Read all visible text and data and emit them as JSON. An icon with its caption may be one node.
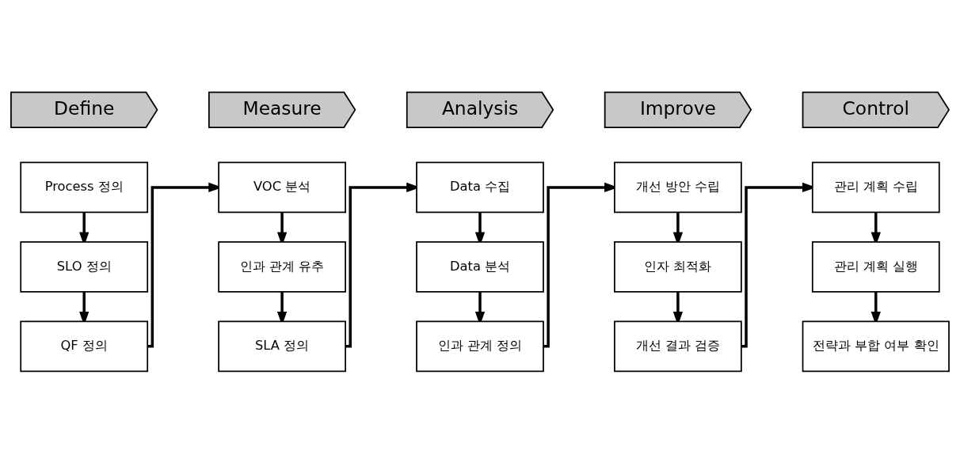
{
  "diagram": {
    "nodes": [
      {
        "text": [
          "Define"
        ]
      },
      {
        "text": [
          "Measure"
        ]
      },
      {
        "text": [
          "Analysis"
        ]
      },
      {
        "text": [
          "Improve"
        ]
      },
      {
        "text": [
          "Control"
        ]
      },
      {
        "text": [
          "Process 정의"
        ]
      },
      {
        "text": [
          "SLO 정의"
        ]
      },
      {
        "text": [
          "QF 정의"
        ]
      },
      {
        "text": [
          "VOC 분석"
        ]
      },
      {
        "text": [
          "인과 관계 유추"
        ]
      },
      {
        "text": [
          "SLA 정의"
        ]
      },
      {
        "text": [
          "Data 수집"
        ]
      },
      {
        "text": [
          "Data 분석"
        ]
      },
      {
        "text": [
          "인과 관계 정의"
        ]
      },
      {
        "text": [
          "개선 방안 수립"
        ]
      },
      {
        "text": [
          "인자 최적화"
        ]
      },
      {
        "text": [
          "개선 결과 검증"
        ]
      },
      {
        "text": [
          "관리 계획 수립"
        ]
      },
      {
        "text": [
          "관리 계획 실행"
        ]
      },
      {
        "text": [
          "전략과 부합 여부 확인"
        ]
      }
    ],
    "edges": [
      {
        "from": 5,
        "to": 6,
        "arrow": "to"
      },
      {
        "from": 6,
        "to": 7,
        "arrow": "to"
      },
      {
        "from": 7,
        "to": 8,
        "arrow": "to"
      },
      {
        "from": 8,
        "to": 9,
        "arrow": "to"
      },
      {
        "from": 9,
        "to": 10,
        "arrow": "to"
      },
      {
        "from": 10,
        "to": 11,
        "arrow": "to"
      },
      {
        "from": 11,
        "to": 12,
        "arrow": "to"
      },
      {
        "from": 12,
        "to": 13,
        "arrow": "to"
      },
      {
        "from": 13,
        "to": 14,
        "arrow": "to"
      },
      {
        "from": 14,
        "to": 15,
        "arrow": "to"
      },
      {
        "from": 15,
        "to": 16,
        "arrow": "to"
      },
      {
        "from": 16,
        "to": 17,
        "arrow": "to"
      },
      {
        "from": 17,
        "to": 18,
        "arrow": "to"
      },
      {
        "from": 18,
        "to": 19,
        "arrow": "to"
      }
    ]
  }
}
